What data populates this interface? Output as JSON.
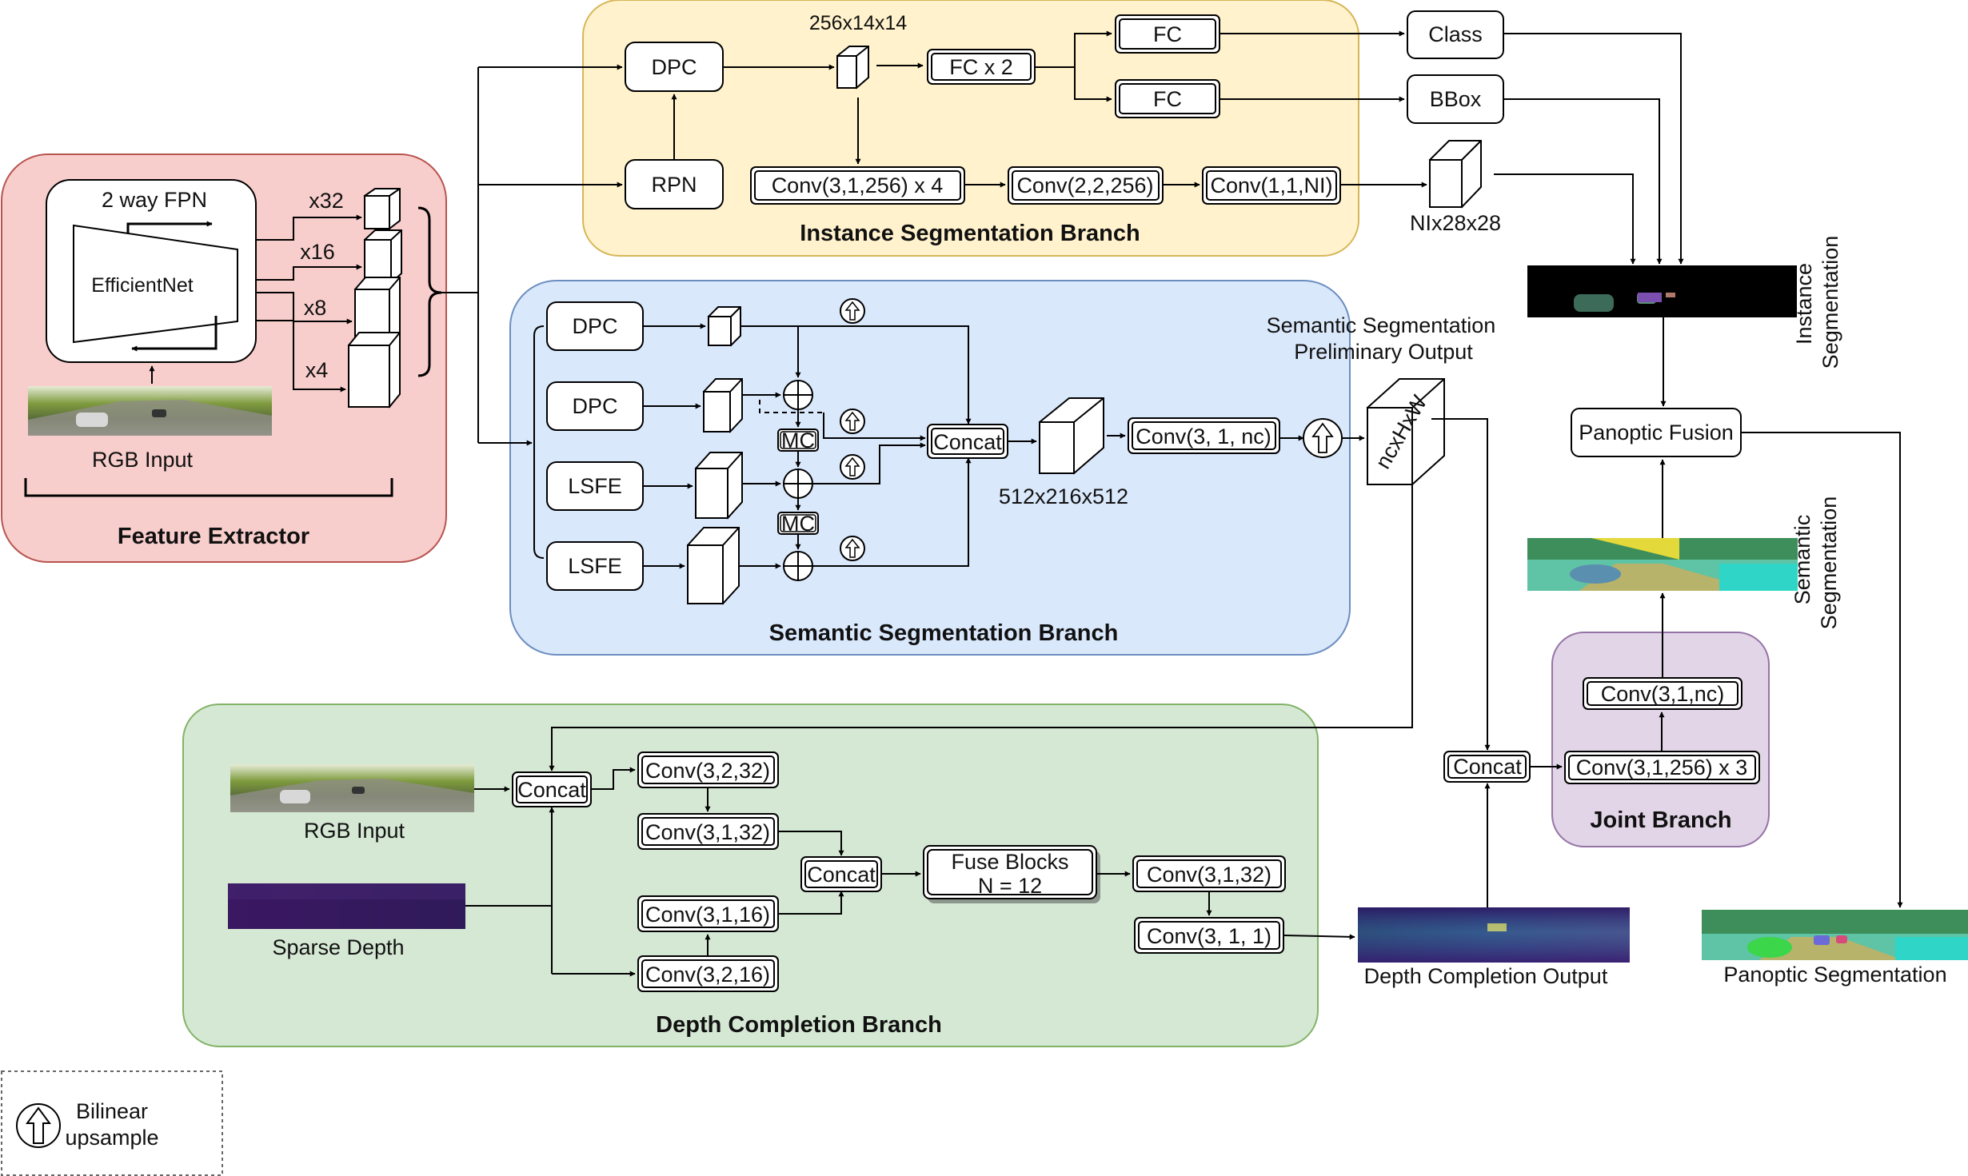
{
  "panels": {
    "feature_extractor": "Feature Extractor",
    "instance": "Instance Segmentation Branch",
    "semantic": "Semantic Segmentation Branch",
    "depth": "Depth Completion  Branch",
    "joint": "Joint Branch"
  },
  "feature": {
    "fpn": "2 way FPN",
    "backbone": "EfficientNet",
    "rgb_input": "RGB Input",
    "scales": [
      "x32",
      "x16",
      "x8",
      "x4"
    ]
  },
  "instance": {
    "dpc": "DPC",
    "rpn": "RPN",
    "roi_size": "256x14x14",
    "fc_x2": "FC x 2",
    "fc": "FC",
    "conv_a": "Conv(3,1,256) x 4",
    "conv_b": "Conv(2,2,256)",
    "conv_c": "Conv(1,1,NI)",
    "mask_size": "NIx28x28",
    "class": "Class",
    "bbox": "BBox"
  },
  "semantic": {
    "dpc": "DPC",
    "lsfe": "LSFE",
    "mc": "MC",
    "concat": "Concat",
    "size": "512x216x512",
    "conv": "Conv(3, 1, nc)",
    "out_tensor": "ncxHxW",
    "prelim_line1": "Semantic Segmentation",
    "prelim_line2": "Preliminary Output"
  },
  "depth": {
    "rgb_input": "RGB Input",
    "sparse_depth": "Sparse Depth",
    "concat": "Concat",
    "conv_3_2_32": "Conv(3,2,32)",
    "conv_3_1_32a": "Conv(3,1,32)",
    "conv_3_1_16": "Conv(3,1,16)",
    "conv_3_2_16": "Conv(3,2,16)",
    "fuse_line1": "Fuse Blocks",
    "fuse_line2": "N = 12",
    "conv_3_1_32b": "Conv(3,1,32)",
    "conv_3_1_1": "Conv(3, 1, 1)",
    "output": "Depth Completion Output"
  },
  "joint": {
    "concat": "Concat",
    "conv_a": "Conv(3,1,256) x 3",
    "conv_b": "Conv(3,1,nc)"
  },
  "outputs": {
    "instance_line1": "Instance",
    "instance_line2": "Segmentation",
    "semantic_line1": "Semantic",
    "semantic_line2": "Segmentation",
    "panoptic_fusion": "Panoptic Fusion",
    "panoptic": "Panoptic Segmentation"
  },
  "legend": {
    "line1": "Bilinear",
    "line2": "upsample"
  }
}
